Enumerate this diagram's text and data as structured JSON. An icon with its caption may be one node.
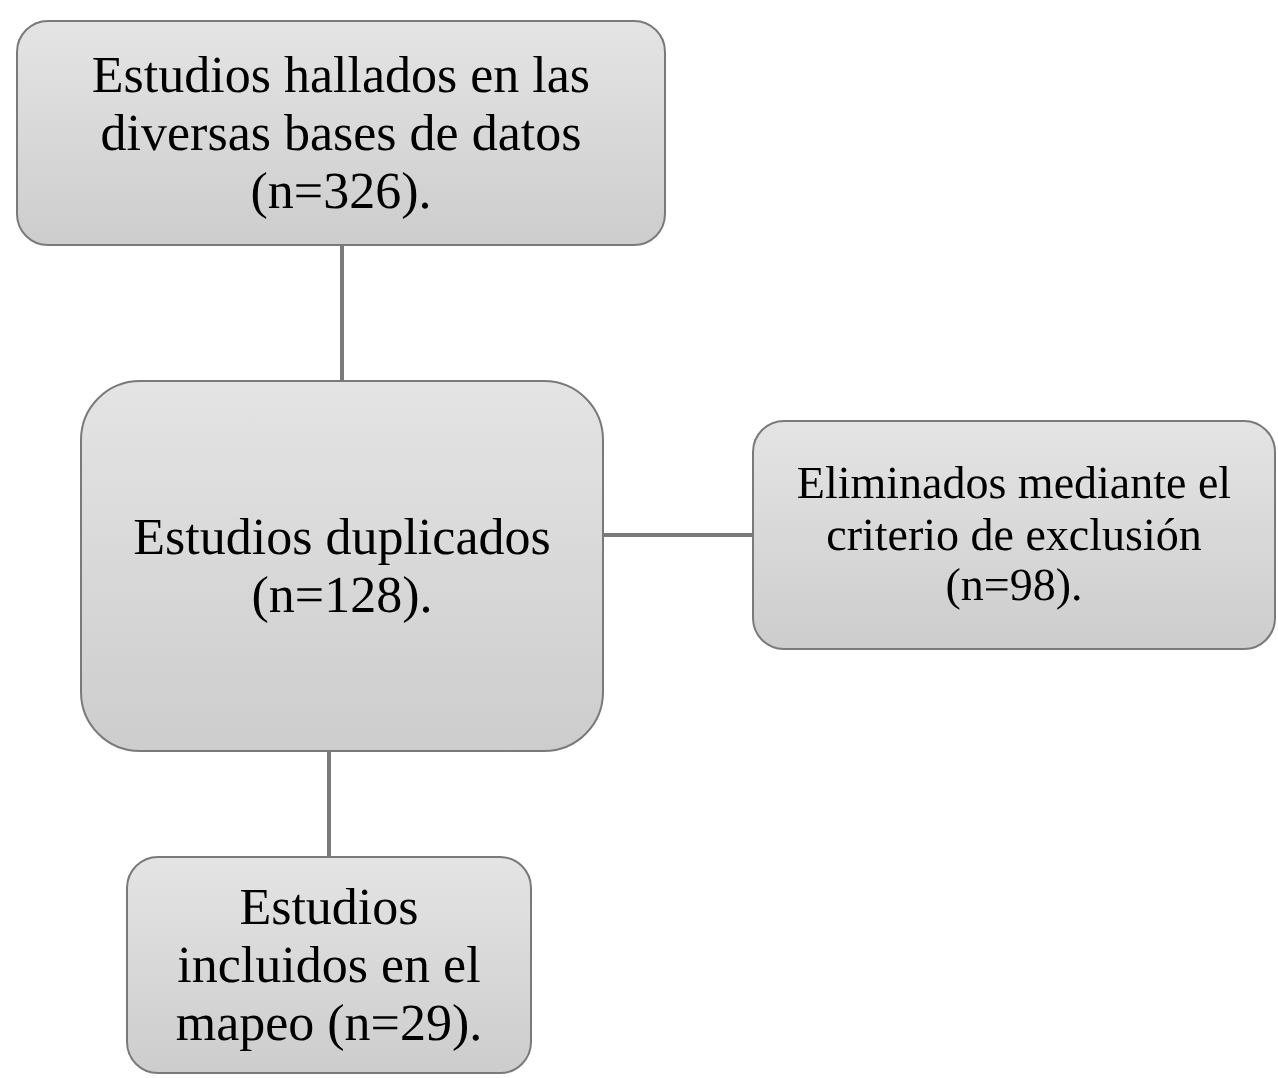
{
  "diagram": {
    "nodes": [
      {
        "text": [
          "Estudios hallados en las diversas bases de datos (n=326)."
        ]
      },
      {
        "text": [
          "Estudios duplicados (n=128)."
        ]
      },
      {
        "text": [
          "Eliminados mediante el criterio de exclusión (n=98)."
        ]
      },
      {
        "text": [
          "Estudios incluidos en el mapeo (n=29)."
        ]
      }
    ],
    "edges": [
      {
        "from": 0,
        "to": 1,
        "arrow": "none"
      },
      {
        "from": 1,
        "to": 2,
        "arrow": "none"
      },
      {
        "from": 1,
        "to": 3,
        "arrow": "none"
      }
    ]
  }
}
